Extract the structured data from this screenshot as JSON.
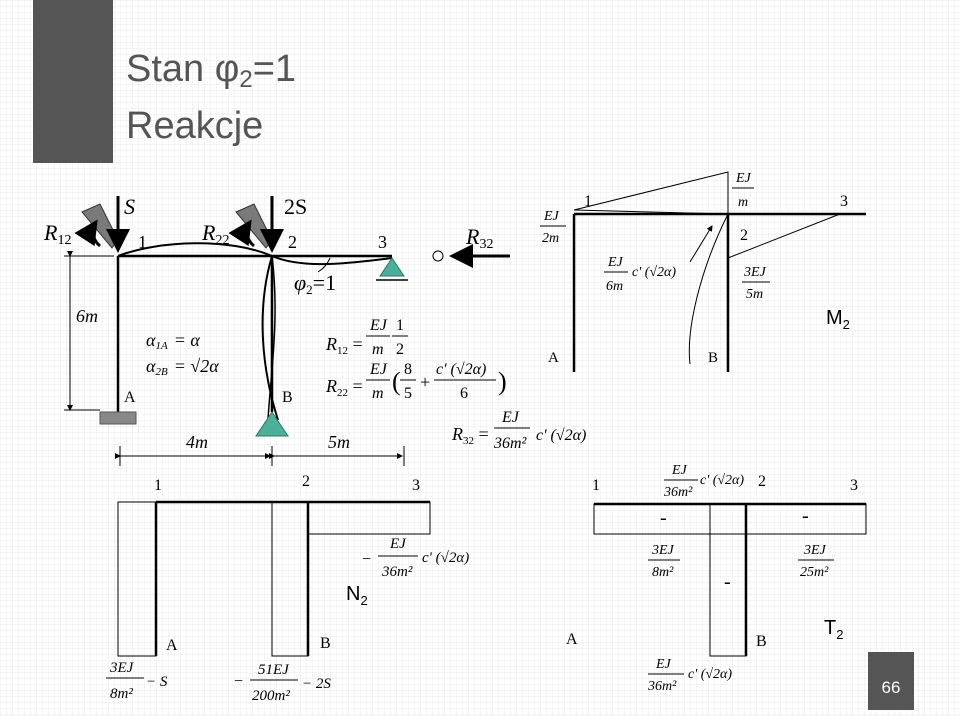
{
  "slide": {
    "title_line1_prefix": "Stan φ",
    "title_line1_sub": "2",
    "title_line1_suffix": "=1",
    "title_line2": "Reakcje",
    "page_number": "66",
    "colors": {
      "title": "#555555",
      "dark_square": "#555555",
      "grid": "#d8d8d8"
    }
  },
  "frame": {
    "node_labels": [
      "1",
      "2",
      "3"
    ],
    "support_labels": [
      "A",
      "B"
    ],
    "forces": {
      "S": "S",
      "twoS": "2S",
      "R12": "R",
      "R12_sub": "12",
      "R22": "R",
      "R22_sub": "22",
      "R32": "R",
      "R32_sub": "32"
    },
    "phi_label": "φ",
    "phi_sub": "2",
    "phi_value": "=1",
    "dimensions": {
      "height": "6m",
      "span1": "4m",
      "span2": "5m"
    },
    "alpha1": {
      "lhs": "α",
      "sub": "1A",
      "rhs": "= α"
    },
    "alpha2": {
      "lhs": "α",
      "sub": "2B",
      "rhs": "= √2α"
    },
    "eq_R12": {
      "lhs": "R",
      "sub": "12",
      "num1": "EJ",
      "den1": "m",
      "num2": "1",
      "den2": "2"
    },
    "eq_R22": {
      "lhs": "R",
      "sub": "22",
      "num1": "EJ",
      "den1": "m",
      "num2": "8",
      "den2": "5",
      "plus": "+",
      "num3": "c' (√2α)",
      "den3": "6"
    },
    "eq_R32": {
      "lhs": "R",
      "sub": "32",
      "num": "EJ",
      "den": "36m²",
      "tail": "c' (√2α)"
    }
  },
  "moment_diagram": {
    "name": "M",
    "name_sub": "2",
    "node_labels": [
      "1",
      "2",
      "3"
    ],
    "support_labels": [
      "A",
      "B"
    ],
    "value_left": {
      "num": "EJ",
      "den": "2m"
    },
    "value_top": {
      "num": "EJ",
      "den": "m"
    },
    "value_mid": {
      "num": "EJ",
      "den": "6m",
      "tail": "c' (√2α)"
    },
    "value_right": {
      "num": "3EJ",
      "den": "5m"
    }
  },
  "normal_diagram": {
    "name": "N",
    "name_sub": "2",
    "node_labels": [
      "1",
      "2",
      "3"
    ],
    "support_labels": [
      "A",
      "B"
    ],
    "value_beam": {
      "sign": "−",
      "num": "EJ",
      "den": "36m²",
      "tail": "c' (√2α)"
    },
    "value_colA": {
      "num": "3EJ",
      "den": "8m²",
      "tail": "− S"
    },
    "value_colB": {
      "sign": "−",
      "num": "51EJ",
      "den": "200m²",
      "tail": "− 2S"
    }
  },
  "shear_diagram": {
    "name": "T",
    "name_sub": "2",
    "node_labels": [
      "1",
      "2",
      "3"
    ],
    "support_labels": [
      "A",
      "B"
    ],
    "signs": [
      "-",
      "-",
      "-"
    ],
    "value_top": {
      "num": "EJ",
      "den": "36m²",
      "tail": "c' (√2α)"
    },
    "value_left": {
      "num": "3EJ",
      "den": "8m²"
    },
    "value_right": {
      "num": "3EJ",
      "den": "25m²"
    },
    "value_bottom": {
      "num": "EJ",
      "den": "36m²",
      "tail": "c' (√2α)"
    }
  }
}
